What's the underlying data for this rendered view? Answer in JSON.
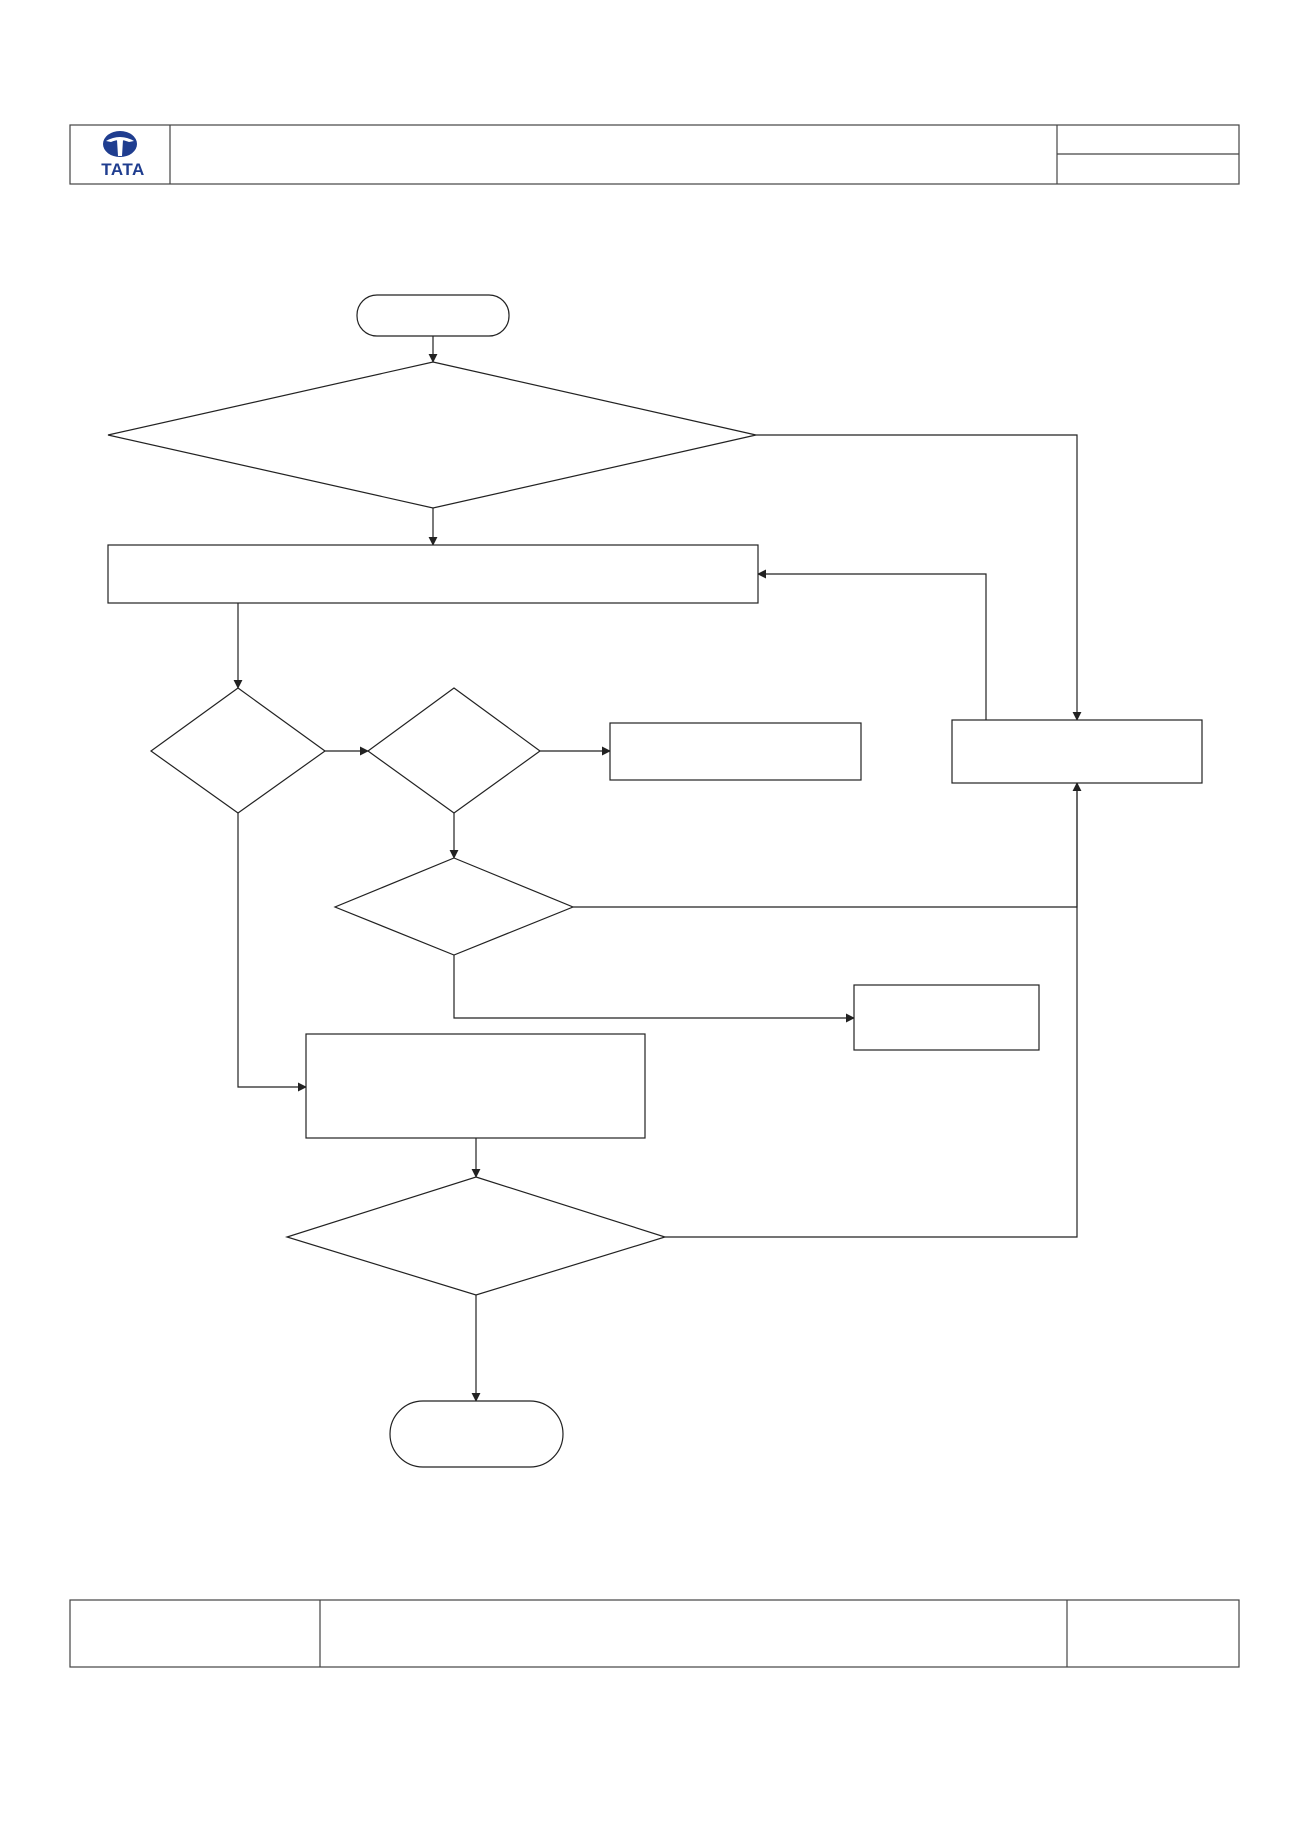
{
  "document": {
    "logo": {
      "brand_text": "TATA",
      "color": "#1f3d8f"
    },
    "header": {
      "title": "",
      "doc_no": "",
      "rev": ""
    },
    "footer": {
      "left": "",
      "center": "",
      "right": ""
    }
  },
  "flowchart": {
    "line_color": "#222222",
    "nodes": [
      {
        "id": "start",
        "shape": "terminator",
        "label": ""
      },
      {
        "id": "decision-1",
        "shape": "decision",
        "label": ""
      },
      {
        "id": "process-1",
        "shape": "process",
        "label": ""
      },
      {
        "id": "decision-2",
        "shape": "decision",
        "label": ""
      },
      {
        "id": "decision-3",
        "shape": "decision",
        "label": ""
      },
      {
        "id": "process-2",
        "shape": "process",
        "label": ""
      },
      {
        "id": "process-right",
        "shape": "process",
        "label": ""
      },
      {
        "id": "decision-4",
        "shape": "decision",
        "label": ""
      },
      {
        "id": "process-3",
        "shape": "process",
        "label": ""
      },
      {
        "id": "process-4",
        "shape": "process",
        "label": ""
      },
      {
        "id": "decision-5",
        "shape": "decision",
        "label": ""
      },
      {
        "id": "end",
        "shape": "terminator",
        "label": ""
      }
    ]
  }
}
